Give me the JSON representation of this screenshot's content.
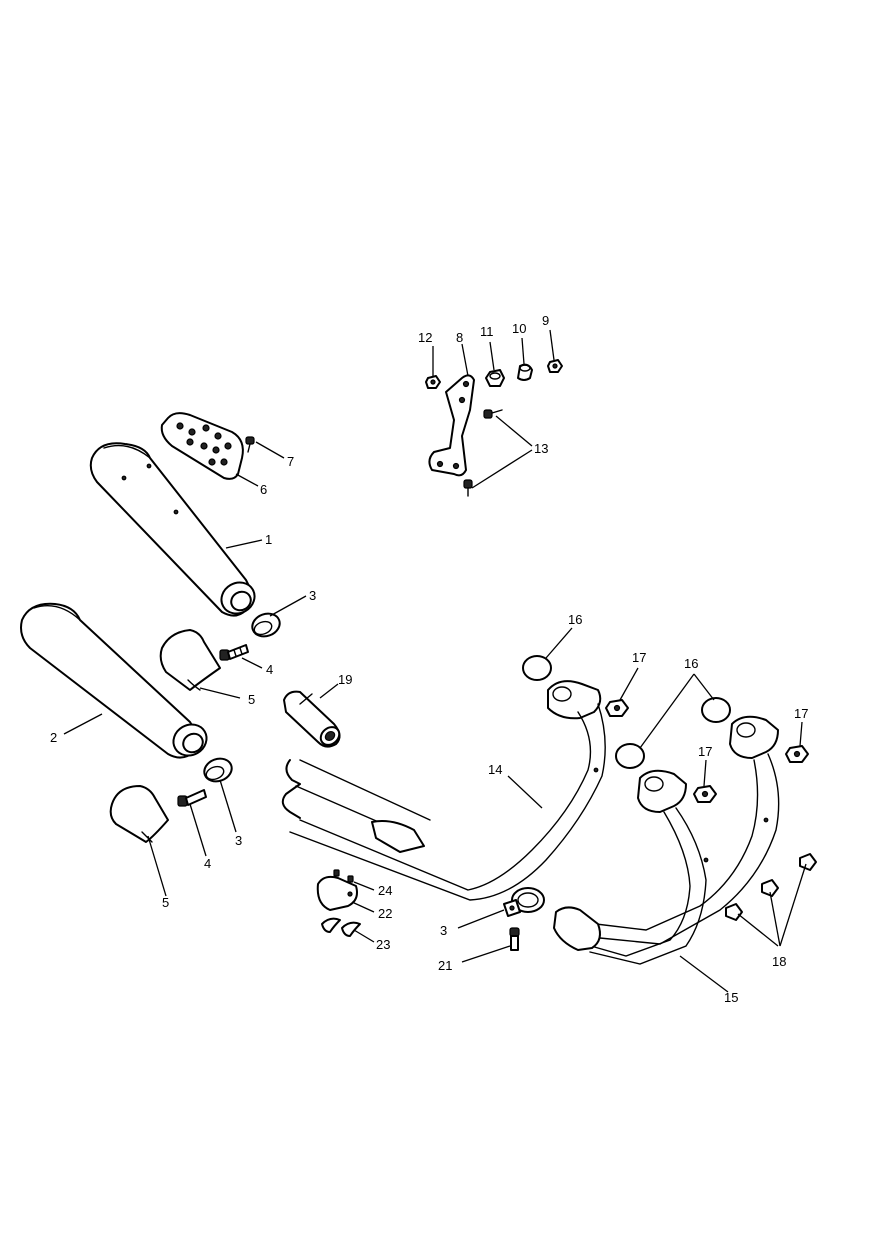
{
  "diagram": {
    "callouts": [
      {
        "id": "c1",
        "text": "1"
      },
      {
        "id": "c2",
        "text": "2"
      },
      {
        "id": "c3a",
        "text": "3"
      },
      {
        "id": "c3b",
        "text": "3"
      },
      {
        "id": "c3c",
        "text": "3"
      },
      {
        "id": "c4a",
        "text": "4"
      },
      {
        "id": "c4b",
        "text": "4"
      },
      {
        "id": "c5a",
        "text": "5"
      },
      {
        "id": "c5b",
        "text": "5"
      },
      {
        "id": "c6",
        "text": "6"
      },
      {
        "id": "c7",
        "text": "7"
      },
      {
        "id": "c8",
        "text": "8"
      },
      {
        "id": "c9",
        "text": "9"
      },
      {
        "id": "c10",
        "text": "10"
      },
      {
        "id": "c11",
        "text": "11"
      },
      {
        "id": "c12",
        "text": "12"
      },
      {
        "id": "c13",
        "text": "13"
      },
      {
        "id": "c14",
        "text": "14"
      },
      {
        "id": "c15",
        "text": "15"
      },
      {
        "id": "c16a",
        "text": "16"
      },
      {
        "id": "c16b",
        "text": "16"
      },
      {
        "id": "c17a",
        "text": "17"
      },
      {
        "id": "c17b",
        "text": "17"
      },
      {
        "id": "c17c",
        "text": "17"
      },
      {
        "id": "c18",
        "text": "18"
      },
      {
        "id": "c19",
        "text": "19"
      },
      {
        "id": "c21",
        "text": "21"
      },
      {
        "id": "c22",
        "text": "22"
      },
      {
        "id": "c23",
        "text": "23"
      },
      {
        "id": "c24",
        "text": "24"
      }
    ]
  }
}
